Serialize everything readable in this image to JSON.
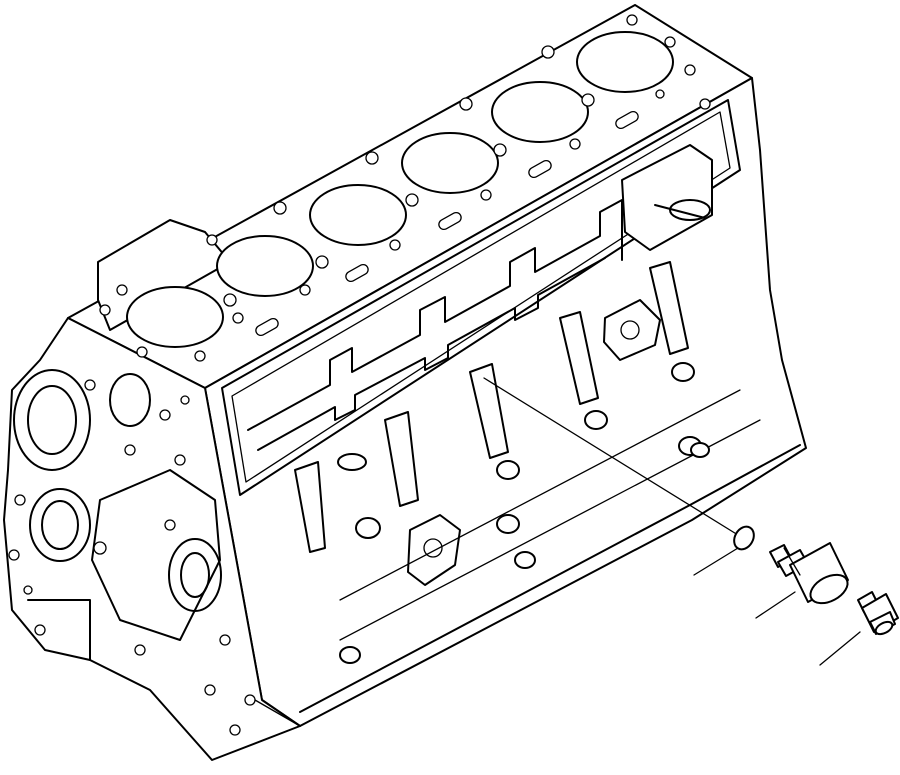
{
  "diagram": {
    "type": "exploded-parts-illustration",
    "parts": [
      {
        "name": "o-ring",
        "icon": "o-ring-icon"
      },
      {
        "name": "adapter",
        "icon": "adapter-icon"
      },
      {
        "name": "sender",
        "icon": "sender-icon"
      }
    ]
  }
}
